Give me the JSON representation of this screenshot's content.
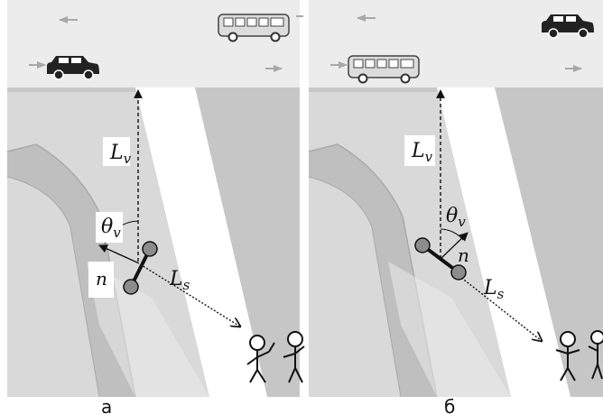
{
  "panels": [
    {
      "caption": "а",
      "labels": {
        "lv": "Lv",
        "theta": "θv",
        "n": "n",
        "ls": "Ls"
      },
      "vehicles": {
        "top_lane": "bus",
        "bottom_lane": "suv"
      }
    },
    {
      "caption": "б",
      "labels": {
        "lv": "Lv",
        "theta": "θv",
        "n": "n",
        "ls": "Ls"
      },
      "vehicles": {
        "top_lane": "suv",
        "bottom_lane": "bus"
      }
    }
  ],
  "colors": {
    "road": "#ececec",
    "lane_arrow": "#a8a8a8",
    "sidewalk": "#d9d9d9",
    "curb": "#c4c4c4",
    "walkway": "#ffffff",
    "head_joint": "#8c8c8c"
  }
}
